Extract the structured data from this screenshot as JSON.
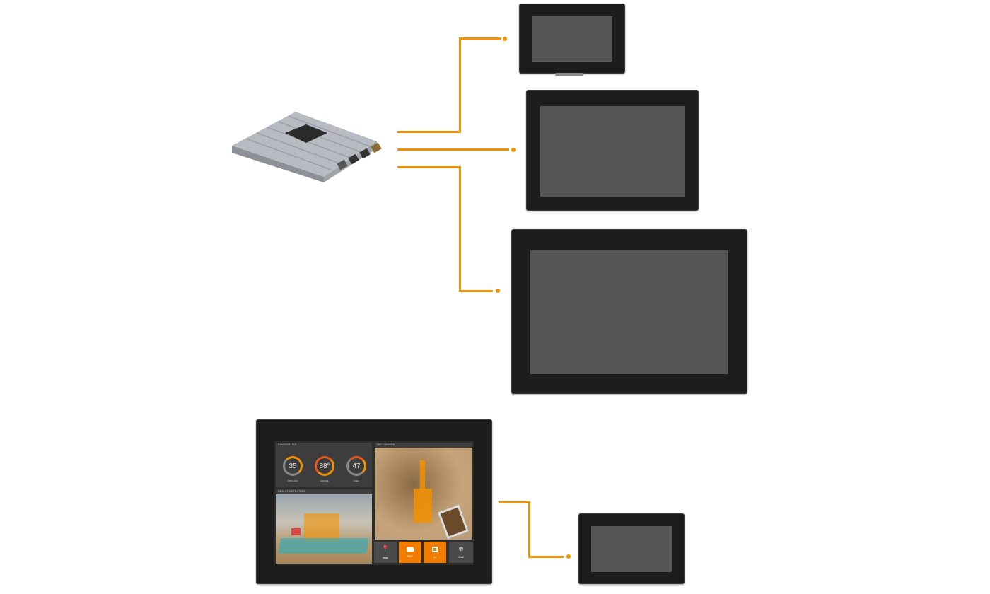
{
  "colors": {
    "connector": "#f39200",
    "bezel": "#1c1c1c",
    "screen": "#555555",
    "accent": "#f07c00"
  },
  "ecu": {
    "icon": "control-unit-box"
  },
  "main_display": {
    "panels": {
      "diagnostics": {
        "title": "DIAGNOSTICS",
        "gauges": [
          {
            "value": "35",
            "label": "RPM x100"
          },
          {
            "value": "88°",
            "label": "ENGINE"
          },
          {
            "value": "47",
            "label": "FUEL"
          }
        ]
      },
      "camera": {
        "title": "360° CAMERA"
      },
      "detection": {
        "title": "OBJECT DETECTION"
      }
    },
    "buttons": [
      {
        "label": "Map",
        "icon": "map-pin-icon"
      },
      {
        "label": "360°",
        "icon": "video-camera-icon"
      },
      {
        "label": "AI",
        "icon": "chip-icon"
      },
      {
        "label": "Call",
        "icon": "phone-icon"
      }
    ]
  }
}
